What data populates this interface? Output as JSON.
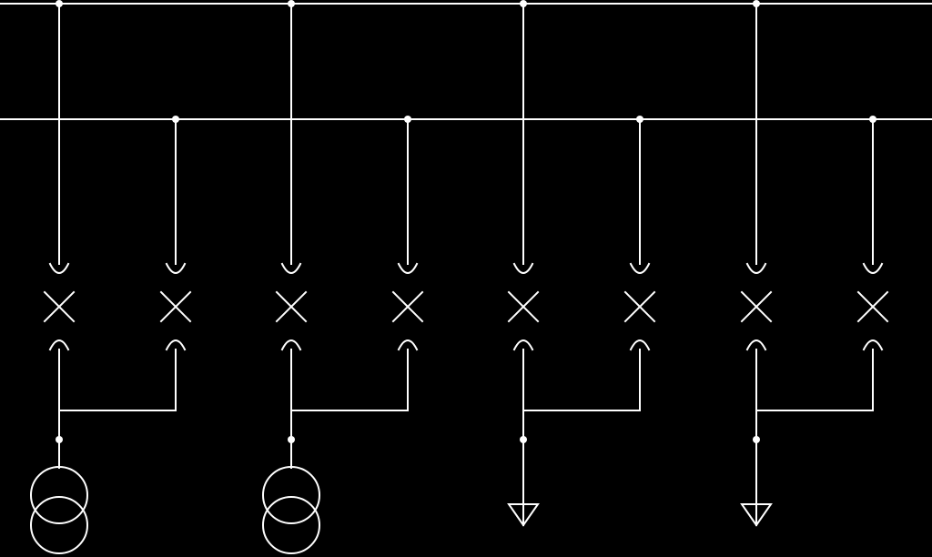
{
  "diagram": {
    "type": "single-line-diagram",
    "background": "#000000",
    "stroke_color": "#ffffff",
    "busbars": [
      {
        "name": "busbar-1"
      },
      {
        "name": "busbar-2"
      }
    ],
    "bays": [
      {
        "name": "bay-1",
        "breakers": 2,
        "load": "transformer"
      },
      {
        "name": "bay-2",
        "breakers": 2,
        "load": "transformer"
      },
      {
        "name": "bay-3",
        "breakers": 2,
        "load": "feeder-arrow"
      },
      {
        "name": "bay-4",
        "breakers": 2,
        "load": "feeder-arrow"
      }
    ]
  }
}
